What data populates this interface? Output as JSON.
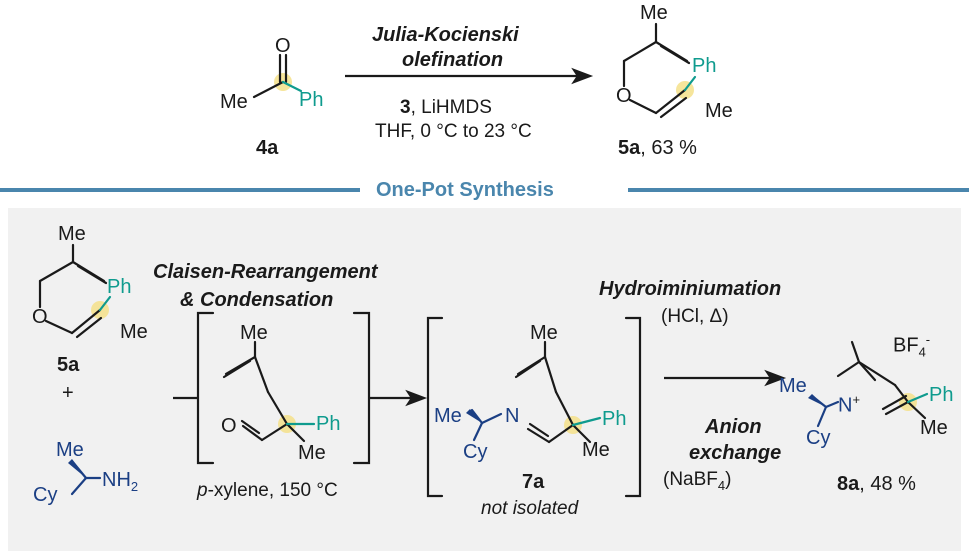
{
  "colors": {
    "teal": "#0f9b8e",
    "blue": "#1b3f84",
    "header": "#4a86ad",
    "highlight": "#f5e08a"
  },
  "top": {
    "reactant": {
      "o": "O",
      "me": "Me",
      "ph": "Ph",
      "label": "4a"
    },
    "step_name_line1": "Julia-Kocienski",
    "step_name_line2": "olefination",
    "reagent_num": "3",
    "reagent_rest": ", LiHMDS",
    "conditions": "THF, 0 °C to 23 °C",
    "product": {
      "me_top": "Me",
      "ph": "Ph",
      "o": "O",
      "me": "Me",
      "label": "5a",
      "yield": ", 63 %"
    }
  },
  "section_header": "One-Pot Synthesis",
  "bottom": {
    "sm": {
      "me_top": "Me",
      "ph": "Ph",
      "o": "O",
      "me": "Me",
      "label": "5a",
      "plus": "+"
    },
    "amine": {
      "me": "Me",
      "cy": "Cy",
      "nh": "NH",
      "sub": "2"
    },
    "step1_line1": "Claisen-Rearrangement",
    "step1_line2": "& Condensation",
    "int1": {
      "me_top": "Me",
      "o": "O",
      "ph": "Ph",
      "me": "Me"
    },
    "step1_conditions_p": "p",
    "step1_conditions_rest": "-xylene, 150 °C",
    "int2": {
      "me_top": "Me",
      "me_left": "Me",
      "n": "N",
      "ph": "Ph",
      "cy": "Cy",
      "me": "Me",
      "label": "7a",
      "note": "not isolated"
    },
    "step2_name": "Hydroiminiumation",
    "step2_reagent": "(HCl, Δ)",
    "step3_line1": "Anion",
    "step3_line2": "exchange",
    "step3_reagent_a": "(NaBF",
    "step3_reagent_sub": "4",
    "step3_reagent_b": ")",
    "product": {
      "bf": "BF",
      "bf_sub": "4",
      "bf_sup": "-",
      "me_left": "Me",
      "n": "N",
      "n_sup": "+",
      "ph": "Ph",
      "cy": "Cy",
      "me": "Me",
      "label": "8a",
      "yield": ", 48 %"
    }
  }
}
